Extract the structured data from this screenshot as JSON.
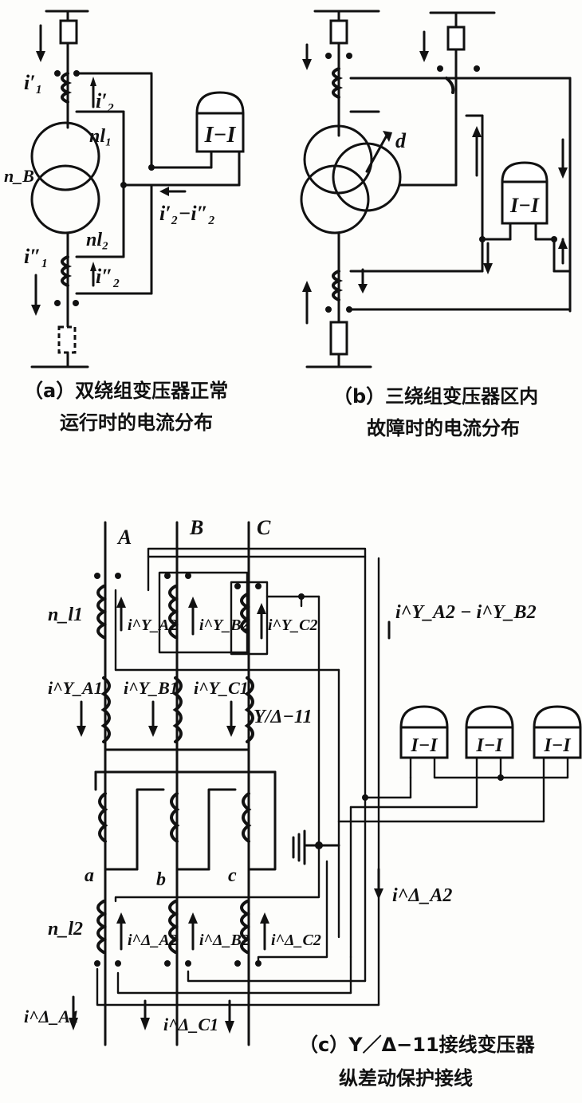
{
  "panel_a": {
    "caption_line1": "（a）双绕组变压器正常",
    "caption_line2": "运行时的电流分布",
    "i1_prime": "i′₁",
    "i2_prime": "i′₂",
    "nl1": "nl₁",
    "nB": "n_B",
    "diff_current": "i′₂−i″₂",
    "nl2": "nl₂",
    "i1_dprime": "i″₁",
    "i2_dprime": "i″₂",
    "relay": "I−I"
  },
  "panel_b": {
    "caption_line1": "（b）三绕组变压器区内",
    "caption_line2": "故障时的电流分布",
    "fault": "d",
    "relay": "I−I"
  },
  "panel_c": {
    "caption_line1": "（c）Y／Δ−11接线变压器",
    "caption_line2": "纵差动保护接线",
    "phase_A": "A",
    "phase_B": "B",
    "phase_C": "C",
    "nl1": "n_l1",
    "iA2Y": "i^Y_A2",
    "iB2Y": "i^Y_B2",
    "iC2Y": "i^Y_C2",
    "diff_label": "i^Y_A2 − i^Y_B2",
    "iA1Y": "i^Y_A1",
    "iB1Y": "i^Y_B1",
    "iC1Y": "i^Y_C1",
    "connection": "Y/Δ−11",
    "relay1": "I−I",
    "relay2": "I−I",
    "relay3": "I−I",
    "phase_a": "a",
    "phase_b": "b",
    "phase_c": "c",
    "nl2": "n_l2",
    "iA2D_right": "i^Δ_A2",
    "iA2D": "i^Δ_A2",
    "iB2D": "i^Δ_B2",
    "iC2D": "i^Δ_C2",
    "iA1D": "i^Δ_A1",
    "iC1D": "i^Δ_C1"
  }
}
